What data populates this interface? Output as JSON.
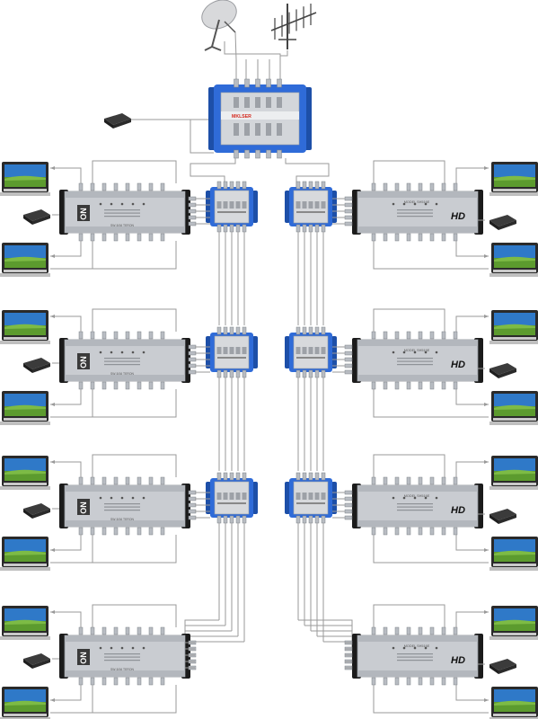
{
  "diagram": {
    "brand_label": "MKLSER",
    "colors": {
      "blue_body": "#2f6bd8",
      "blue_dark": "#1d4fa8",
      "steel": "#c9ccd1",
      "steel_dark": "#8c9096",
      "black_end": "#1b1b1b",
      "cable": "#9a9a9a",
      "tv_frame": "#2a2a2a",
      "tv_sky": "#2f79c8",
      "tv_grass": "#5c9b2e",
      "red_brand": "#d42a1f"
    },
    "icons": {
      "dish": "satellite-dish-icon",
      "antenna": "terrestrial-antenna-icon",
      "psu": "power-supply-icon",
      "tv": "tv-icon"
    },
    "left_switches": {
      "logo": "ON",
      "model": "SW-5/16 TERON"
    },
    "right_switches": {
      "logo": "HD",
      "model": "MODEL SH516E"
    },
    "rows": 4
  }
}
